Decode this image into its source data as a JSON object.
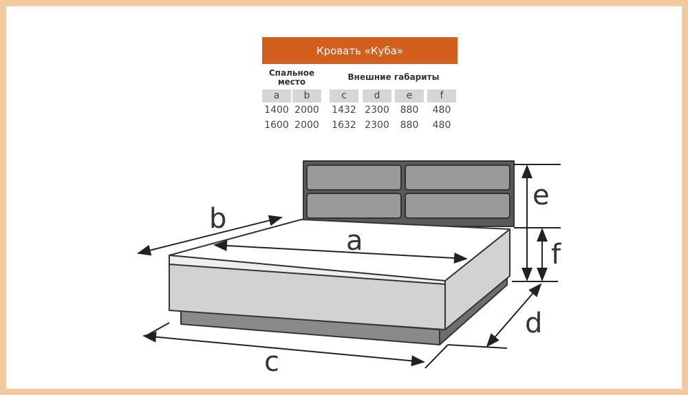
{
  "title": "Кровать «Куба»",
  "groups": {
    "sleeping": "Спальное место",
    "outer": "Внешние габариты"
  },
  "columns": [
    "a",
    "b",
    "c",
    "d",
    "e",
    "f"
  ],
  "rows": [
    [
      "1400",
      "2000",
      "1432",
      "2300",
      "880",
      "480"
    ],
    [
      "1600",
      "2000",
      "1632",
      "2300",
      "880",
      "480"
    ]
  ],
  "diagram_labels": {
    "a": "a",
    "b": "b",
    "c": "c",
    "d": "d",
    "e": "e",
    "f": "f"
  },
  "colors": {
    "accent": "#d35f1e",
    "frame": "#f3caa0"
  }
}
